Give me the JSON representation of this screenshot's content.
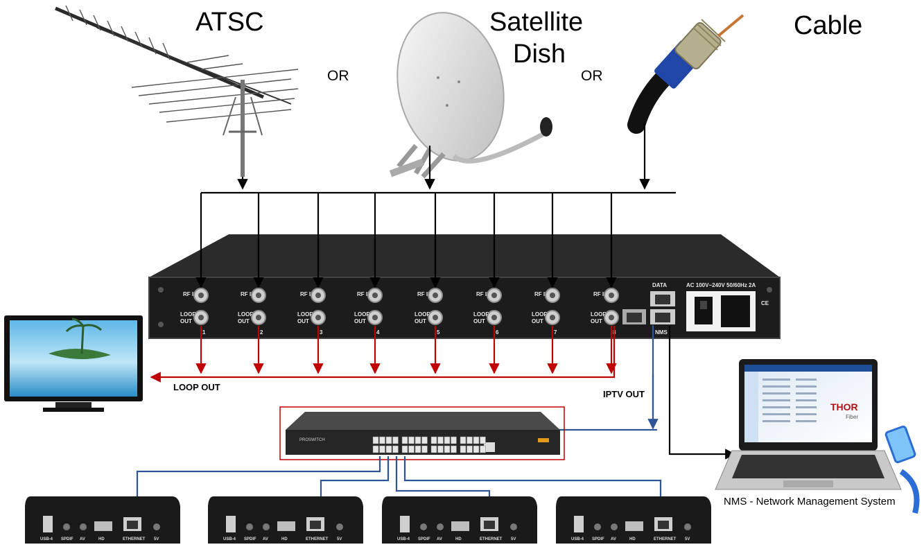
{
  "sources": {
    "atsc": "ATSC",
    "satellite_line1": "Satellite",
    "satellite_line2": "Dish",
    "cable": "Cable",
    "or_left": "OR",
    "or_right": "OR"
  },
  "headend": {
    "rf_in": "RF IN",
    "loop_out_line1": "LOOP",
    "loop_out_line2": "OUT",
    "ports": [
      "1",
      "2",
      "3",
      "4",
      "5",
      "6",
      "7",
      "8"
    ],
    "data_label": "DATA",
    "nms_label": "NMS",
    "power_label": "AC 100V~240V 50/60Hz 2A",
    "ce_mark": "CE"
  },
  "outputs": {
    "loop_out": "LOOP OUT",
    "iptv_out": "IPTV OUT",
    "nms_caption": "NMS - Network Management System"
  },
  "laptop": {
    "brand_line1": "THOR",
    "brand_line2": "Fiber"
  },
  "set_top_box": {
    "port_labels": [
      "USB-4",
      "SPDIF",
      "AV",
      "HD",
      "ETHERNET",
      "5V"
    ]
  },
  "colors": {
    "loop_arrow": "#c00000",
    "iptv_line": "#2f5597",
    "feed_line": "#000000",
    "switch_border": "#c00000"
  }
}
